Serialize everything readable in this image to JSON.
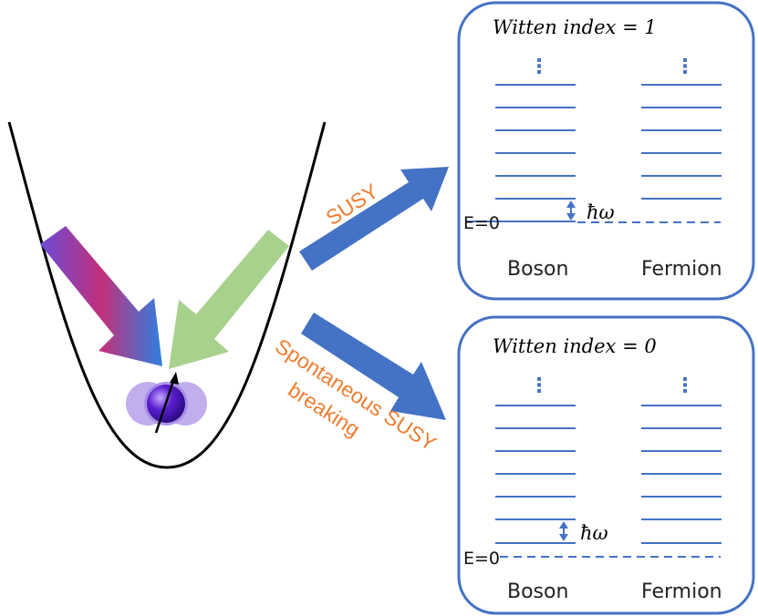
{
  "colors": {
    "box_border": "#4472c4",
    "level_line": "#4472c4",
    "big_arrow": "#4472c4",
    "label_orange": "#ed7d31",
    "green_arrow": "#a9d18e",
    "particle": "#5a1fd0",
    "particle_ghost": "#b7a0ea"
  },
  "arrows": {
    "upper_label": "SUSY",
    "lower_label_line1": "Spontaneous SUSY",
    "lower_label_line2": "breaking"
  },
  "panels": {
    "top": {
      "title": "Witten index = 1",
      "energy_zero": "E=0",
      "gap": "ħω",
      "dots": "⋮",
      "left_column": "Boson",
      "right_column": "Fermion"
    },
    "bottom": {
      "title": "Witten index = 0",
      "energy_zero": "E=0",
      "gap": "ħω",
      "dots": "⋮",
      "left_column": "Boson",
      "right_column": "Fermion"
    }
  }
}
